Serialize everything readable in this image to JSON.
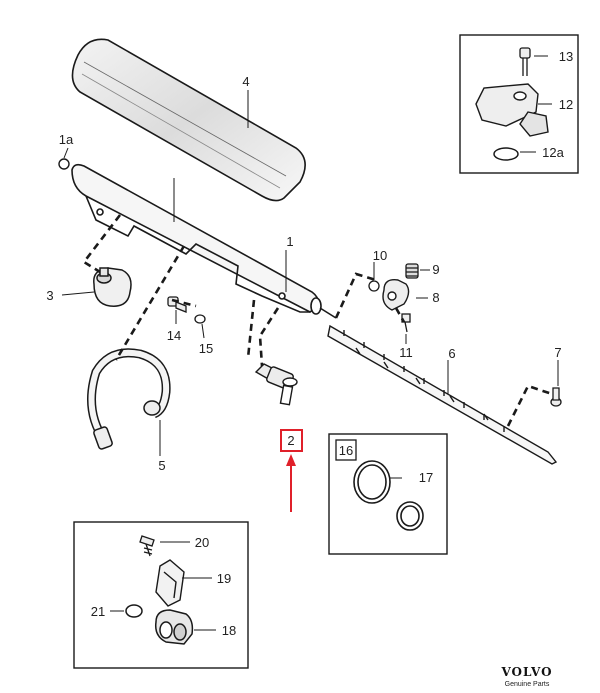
{
  "callouts": {
    "c1": "1",
    "c1a": "1a",
    "c2": "2",
    "c3": "3",
    "c4": "4",
    "c5": "5",
    "c6": "6",
    "c7": "7",
    "c8": "8",
    "c9": "9",
    "c10": "10",
    "c11": "11",
    "c12": "12",
    "c12a": "12a",
    "c13": "13",
    "c14": "14",
    "c15": "15",
    "c16": "16",
    "c17": "17",
    "c18": "18",
    "c19": "19",
    "c20": "20",
    "c21": "21"
  },
  "brand": {
    "name": "VOLVO",
    "subtitle": "Genuine Parts"
  },
  "colors": {
    "highlight": "#e0202a",
    "line": "#1a1a1a",
    "fill": "#f4f4f4"
  }
}
